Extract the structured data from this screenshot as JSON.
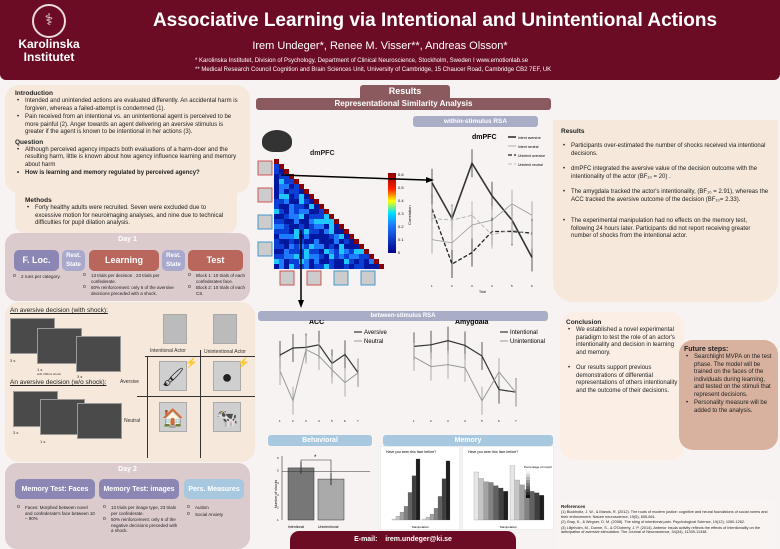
{
  "header": {
    "logo_text": [
      "Karolinska",
      "Institutet"
    ],
    "title": "Associative Learning via Intentional and Unintentional Actions",
    "authors": "Irem Undeger*,  Renee M. Visser**,  Andreas Olsson*",
    "affiliation_1": "* Karolinska Institutet, Division of Psychology, Department of Clinical Neuroscience, Stockholm, Sweden I  www.emotionlab.se",
    "affiliation_2": "** Medical Research Council Cognition and Brain Sciences Unit, University of Cambridge, 15 Chaucer Road, Cambridge CB2 7EF, UK"
  },
  "intro": {
    "heading": "Introduction",
    "items": [
      "Intended and unintended actions are evaluated differently. An accidental harm is forgiven, whereas a failed-attempt is condemned (1).",
      "Pain received from an intentional vs. an unintentional agent is perceived to be more painful (2). Anger towards an agent delivering an aversive stimulus is greater if the agent is known to be intentional in her actions (3)."
    ],
    "question_heading": "Question",
    "question_items": [
      "Although perceived agency impacts both evaluations of a harm-doer and the resulting harm, little is known about how agency influence learning and memory about harm",
      "How is learning and memory regulated by perceived agency?"
    ]
  },
  "methods": {
    "heading": "Methods",
    "items": [
      "Forty healthy adults were recruited. Seven were excluded due to excessive motion for neuroimaging analyses, and nine due to technical difficulties for pupil dilation analysis."
    ]
  },
  "day1": {
    "title": "Day 1",
    "tiles": [
      "F. Loc.",
      "Rest. State",
      "Learning",
      "Rest. State",
      "Test"
    ],
    "notes_floc": [
      "2 runs per category."
    ],
    "notes_learning": [
      "13 trials per decision , 23 trials per confederate.",
      "50% reinforcement: only 6 of the aversive decisions preceded with a shock."
    ],
    "notes_test": [
      "Block 1: 10 trials of each confederates face.",
      "Block 2: 10 trials of each CS."
    ]
  },
  "task": {
    "with_shock": "An aversive decision (with shock):",
    "without_shock": "An aversive decision (w/o shock):",
    "t1": "3 s",
    "t2": "1 s",
    "t2_sub": "with 200ms shock",
    "t3": "3 s",
    "actor_intentional": "Intentional Actor",
    "actor_unintentional": "Unintentional Actor",
    "row_aversive": "Aversive",
    "row_neutral": "Neutral"
  },
  "day2": {
    "title": "Day 2",
    "tiles": [
      "Memory Test: Faces",
      "Memory Test: images",
      "Pers. Measures"
    ],
    "notes_faces": [
      "Faces: Morphed between novel and confederate's face between 10 – 90%"
    ],
    "notes_images": [
      "13 trials per image type, 23 trials per confederate.",
      "50% reinforcement: only 6 of the negative decisions preceded with a shock."
    ],
    "notes_pers": [
      "Autism",
      "Social Anxiety"
    ]
  },
  "results_tab": "Results",
  "rsa_title": "Representational Similarity Analysis",
  "within_title": "within-stimulus RSA",
  "between_title": "between-stimulus RSA",
  "behavioral_title": "Behavioral",
  "memory_title": "Memory",
  "heatmap": {
    "title": "dmPFC",
    "colorbar_ticks": [
      "0.6",
      "0.5",
      "0.4",
      "0.3",
      "0.2",
      "0.1",
      "0"
    ],
    "colorbar_label": "Correlation",
    "colors": {
      "low": "#00008b",
      "mid": "#1e7bff",
      "high": "#8b0000"
    }
  },
  "chart_data": [
    {
      "type": "line",
      "title": "dmPFC",
      "xlabel": "Trial",
      "x": [
        1,
        2,
        3,
        4,
        5,
        6
      ],
      "series": [
        {
          "name": "Intent aversive",
          "values": [
            0.29,
            0.18,
            0.35,
            0.25,
            0.175,
            0.06
          ]
        },
        {
          "name": "Intent neutral",
          "values": [
            0.115,
            0.105,
            0.16,
            0.175,
            0.225,
            0.19
          ]
        },
        {
          "name": "Unintent aversive",
          "values": [
            0.21,
            0.04,
            0.075,
            0.14,
            0.14,
            0.135
          ]
        },
        {
          "name": "Unintent neutral",
          "values": [
            0.18,
            0.175,
            0.19,
            0.13,
            0.145,
            0.13
          ]
        }
      ],
      "ylim": [
        0,
        0.4
      ]
    },
    {
      "type": "line",
      "title": "ACC",
      "x": [
        1,
        2,
        3,
        4,
        5,
        6,
        7
      ],
      "series": [
        {
          "name": "Aversive",
          "values": [
            0.208,
            0.23,
            0.232,
            0.24,
            0.182,
            0.21,
            0.153
          ]
        },
        {
          "name": "Neutral",
          "values": [
            0.158,
            0.065,
            0.225,
            0.205,
            0.162,
            0.122,
            0.152
          ]
        }
      ],
      "ylim": [
        0.03,
        0.28
      ]
    },
    {
      "type": "line",
      "title": "Amygdala",
      "x": [
        1,
        2,
        3,
        4,
        5,
        6,
        7
      ],
      "series": [
        {
          "name": "Intentional",
          "values": [
            0.235,
            0.24,
            0.253,
            0.238,
            0.205,
            0.1,
            0.092
          ]
        },
        {
          "name": "Unintentional",
          "values": [
            0.202,
            0.172,
            0.178,
            0.168,
            0.065,
            0.155,
            0.09
          ]
        }
      ],
      "ylim": [
        0.03,
        0.28
      ]
    },
    {
      "type": "bar",
      "categories": [
        "Intentional",
        "Unintentional"
      ],
      "values": [
        5.2,
        4.3
      ],
      "ylabel": "Number of shocks",
      "ylim": [
        1,
        6
      ],
      "annotation": "*"
    },
    {
      "type": "bar",
      "title": "Have you seen this face before?",
      "series": [
        {
          "values": [
            1,
            4,
            8,
            14,
            28,
            45,
            62
          ]
        },
        {
          "values": [
            1,
            3,
            6,
            12,
            24,
            42,
            60
          ]
        }
      ],
      "xlabel": "Manipulation"
    },
    {
      "type": "bar",
      "title": "Have you seen this face before?",
      "legend_title": "Percentage of morph",
      "series": [
        {
          "values": [
            60,
            52,
            48,
            47,
            43,
            40,
            36
          ]
        },
        {
          "values": [
            68,
            50,
            44,
            38,
            36,
            34,
            31
          ]
        }
      ],
      "xlabel": "Manipulation"
    }
  ],
  "results": {
    "heading": "Results",
    "items": [
      "Participants over-estimated the number of shocks received via intentional decisions.",
      "dmPFC integrated the aversive value of the decision outcome with the intentionality of the actor (BF₁₀ = 20) .",
      "The amygdala tracked the actor's intentionality, (BF₁₀ = 2.91), whereas the ACC tracked the aversive outcome of the decision (BF₁₀= 2.33).",
      "The experimental manipulation had no effects on the memory test, following  24 hours later. Participants did not report receiving greater number of shocks from the intentional actor."
    ]
  },
  "conclusion": {
    "heading": "Conclusion",
    "items": [
      "We established a novel experimental paradigm to test the role of an actor's intentionality and decision in learning and memory.",
      "Our results support previous demonstrations of differential representations of others intentionality and the outcome of their decisions."
    ]
  },
  "future": {
    "heading": "Future steps:",
    "items": [
      "Searchlight MVPA on the test phase. The model will be trained on the faces of the individuals during learning, and tested on the stimuli that represent decisions.",
      "Personality measure will be added to the analysis."
    ]
  },
  "references": {
    "heading": "References",
    "items": [
      "(1) Buckholtz, J. W., & Marois, R. (2012). The roots of modern justice: cognitive and neural foundations of social norms and their enforcement. Nature neuroscience, 15(5), 655-661.",
      "(2) Gray, K., & Wegner, D. M. (2008). The sting of intentional pain. Psychological Science, 19(12), 1260-1262.",
      "(3) Lilijeholm, M., Dunne, S., & O'Doherty, J. P. (2014). Anterior insula activity reflects the effects of intentionality on the anticipation of aversive stimulation. The Journal of Neuroscience, 34(34), 11339-11348."
    ]
  },
  "email": {
    "label": "E-mail:",
    "address": "irem.undeger@ki.se"
  },
  "colors": {
    "maroon": "#6c0b24",
    "beige": "#f6e8da",
    "mauve": "#dccbcd",
    "slate": "#a9adc6",
    "sky": "#a8c8df",
    "tan": "#d8b29f"
  }
}
